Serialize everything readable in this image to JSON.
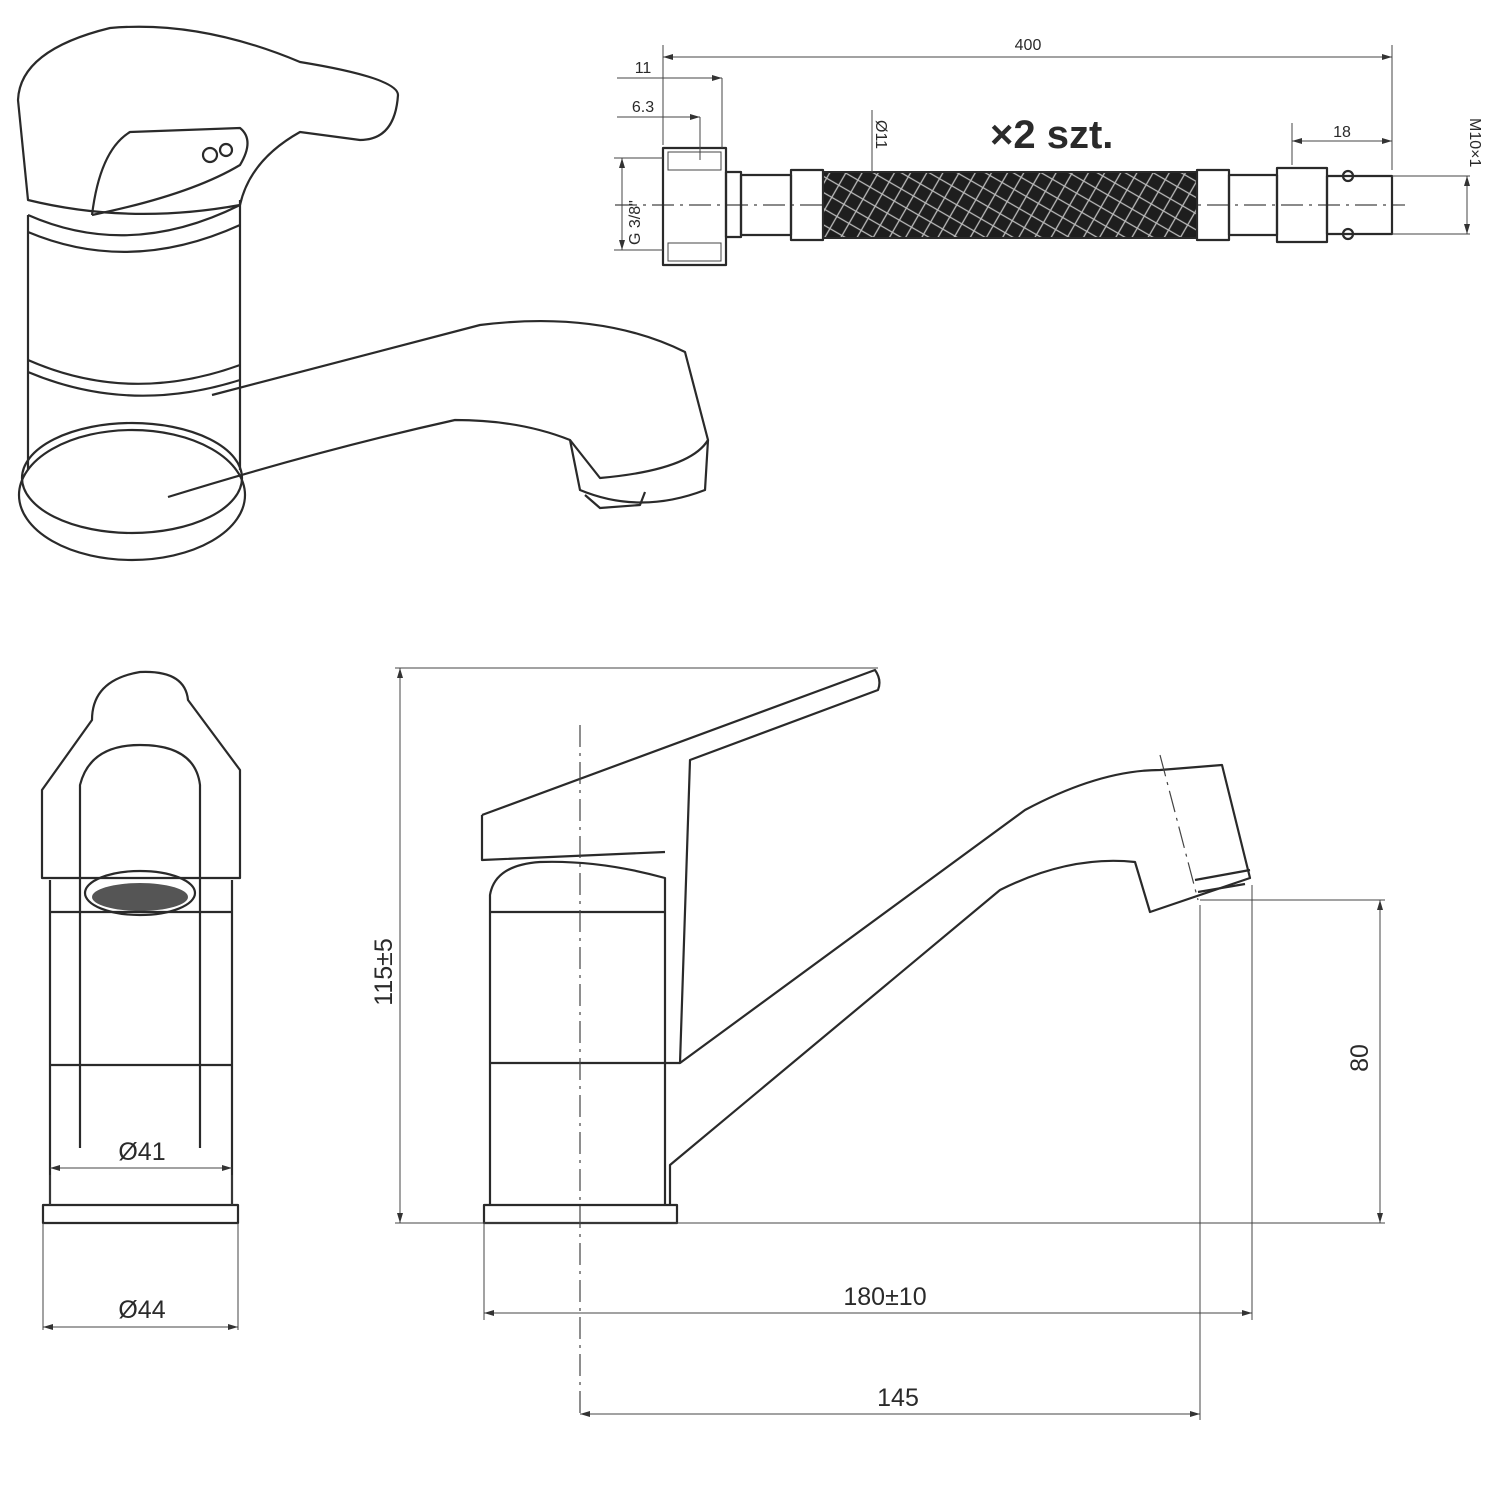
{
  "hose": {
    "length": "400",
    "nut_offset": "11",
    "seat_offset": "6.3",
    "hose_diameter": "Ø11",
    "quantity": "×2 szt.",
    "end_length": "18",
    "end_thread": "M10×1",
    "nut_thread": "G 3/8\""
  },
  "front_view": {
    "body_diameter": "Ø41",
    "base_diameter": "Ø44"
  },
  "side_view": {
    "height": "115±5",
    "spout_height": "80",
    "total_reach": "180±10",
    "spout_reach": "145"
  },
  "colors": {
    "line": "#2a2a2a"
  }
}
